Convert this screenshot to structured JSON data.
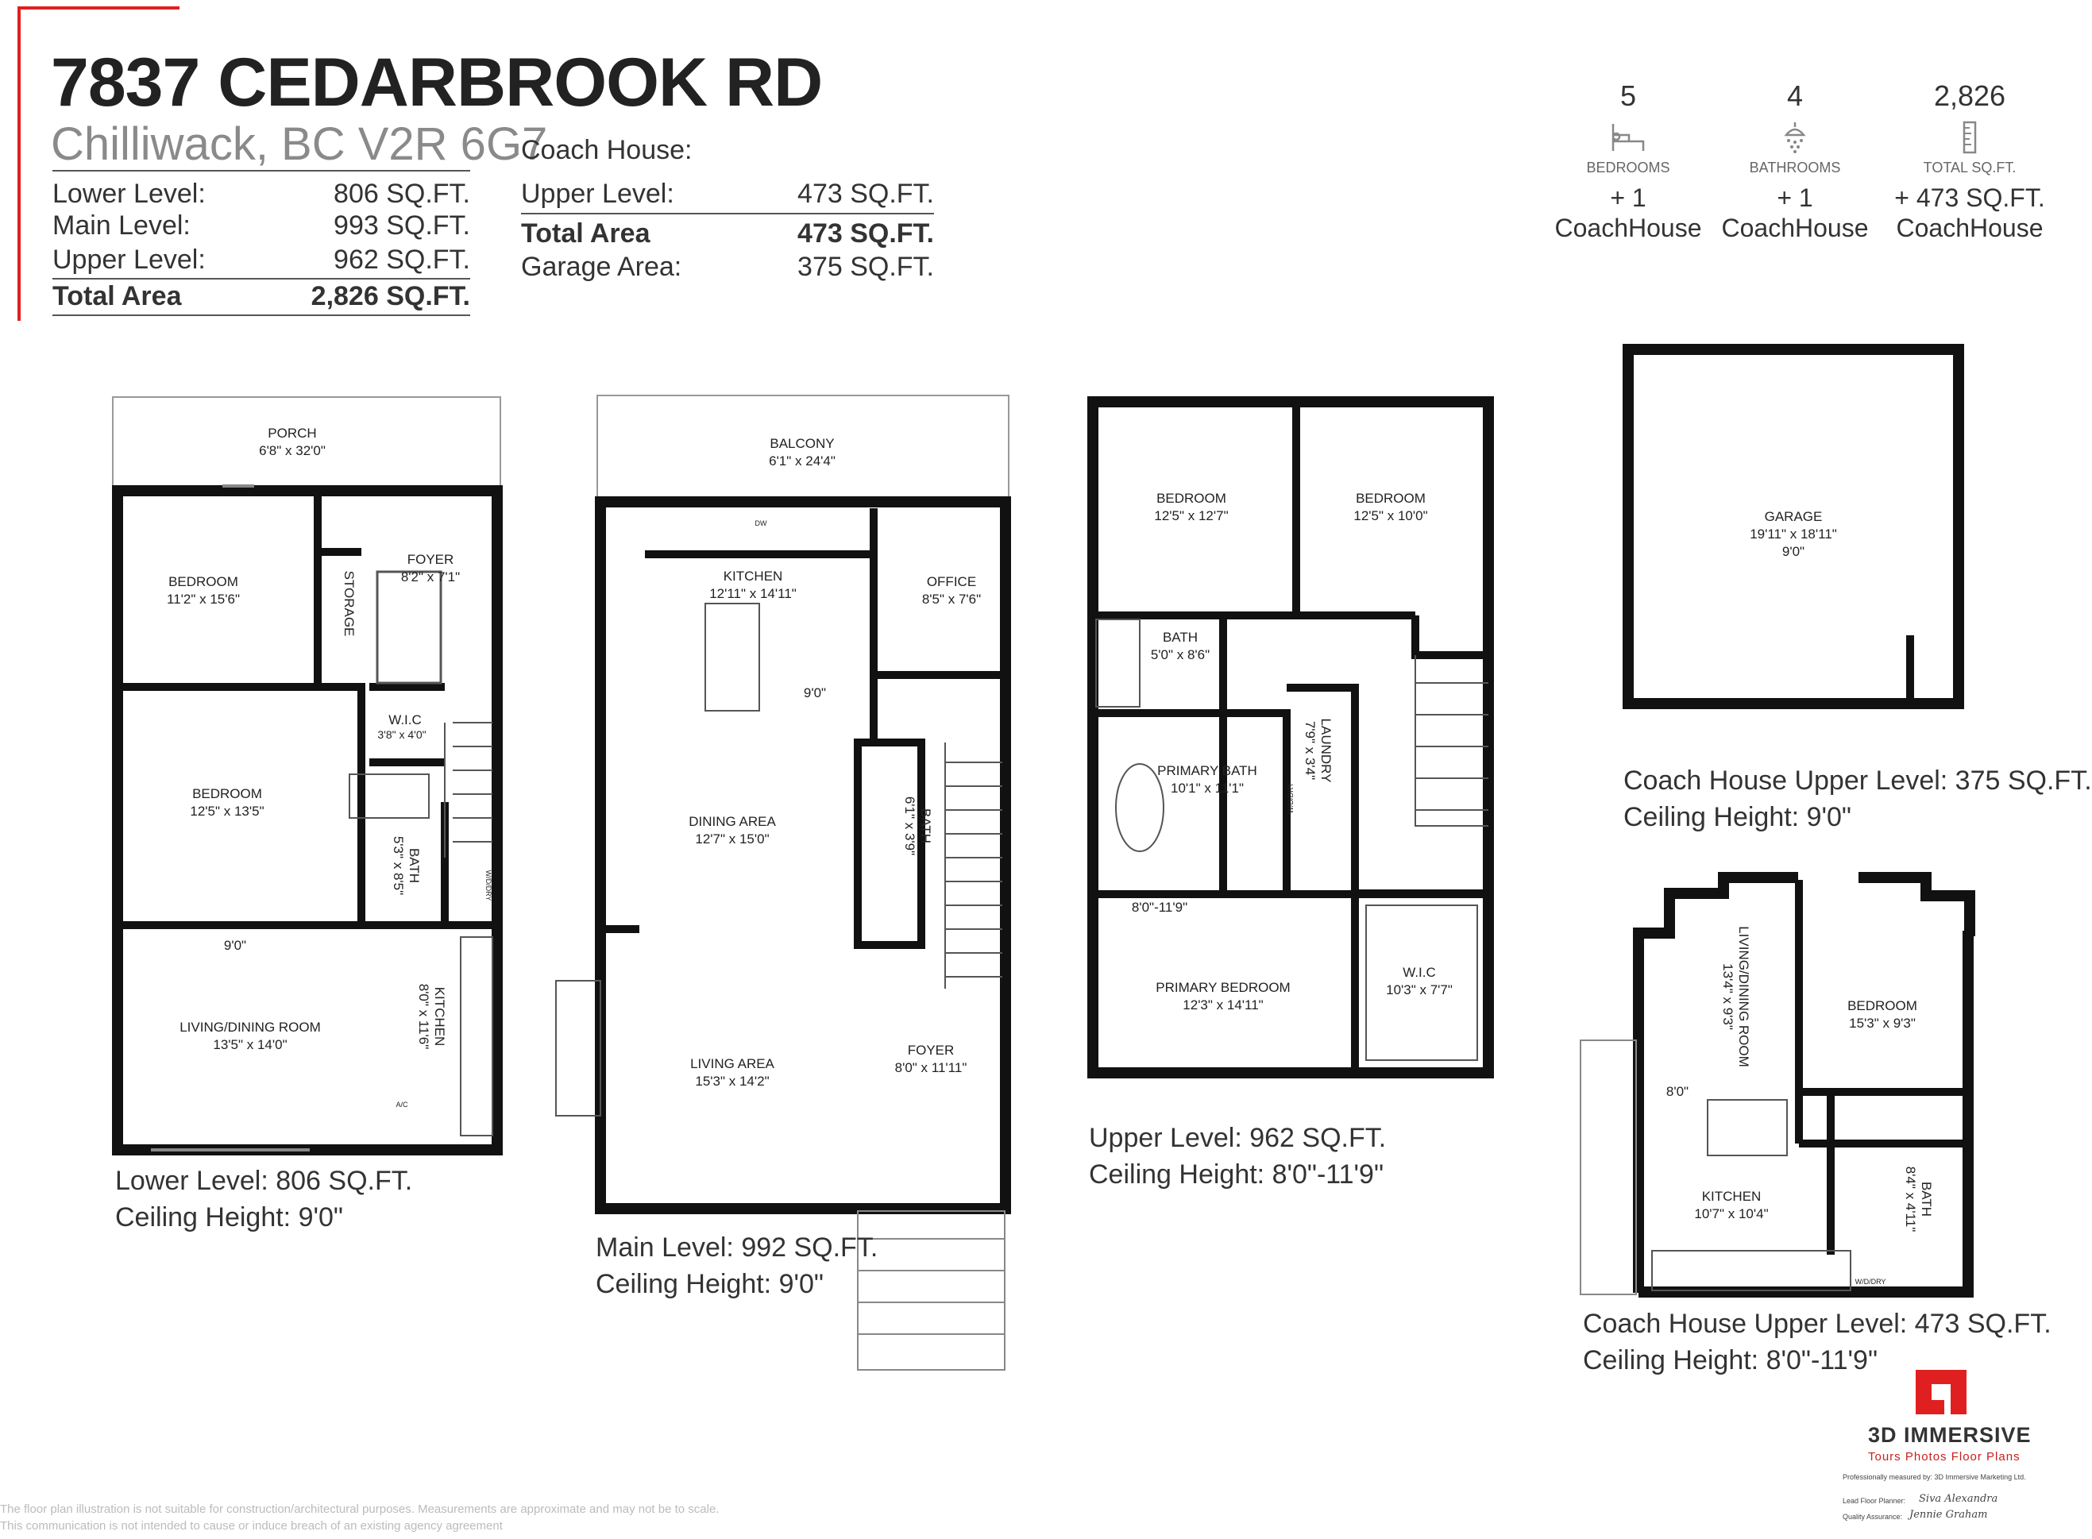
{
  "header": {
    "address": "7837 CEDARBROOK RD",
    "city": "Chilliwack, BC V2R 6G7",
    "main_house": [
      {
        "label": "Lower Level:",
        "value": "806 SQ.FT."
      },
      {
        "label": "Main Level:",
        "value": "993 SQ.FT."
      },
      {
        "label": "Upper Level:",
        "value": "962 SQ.FT."
      }
    ],
    "main_total": {
      "label": "Total Area",
      "value": "2,826 SQ.FT."
    },
    "coach_house": {
      "title": "Coach House:",
      "upper": {
        "label": "Upper Level:",
        "value": "473 SQ.FT."
      },
      "total": {
        "label": "Total Area",
        "value": "473 SQ.FT."
      },
      "garage": {
        "label": "Garage Area:",
        "value": "375 SQ.FT."
      }
    }
  },
  "stats": [
    {
      "number": "5",
      "icon": "bed-icon",
      "label": "BEDROOMS",
      "plus": "+ 1",
      "plus_label": "CoachHouse"
    },
    {
      "number": "4",
      "icon": "shower-icon",
      "label": "BATHROOMS",
      "plus": "+ 1",
      "plus_label": "CoachHouse"
    },
    {
      "number": "2,826",
      "icon": "ruler-icon",
      "label": "TOTAL SQ.FT.",
      "plus": "+ 473 SQ.FT.",
      "plus_label": "CoachHouse"
    }
  ],
  "plans": {
    "lower": {
      "caption": "Lower Level: 806 SQ.FT.",
      "ceiling": "Ceiling Height: 9'0\"",
      "rooms": {
        "porch": "PORCH",
        "porch_dim": "6'8\" x 32'0\"",
        "bedroom1": "BEDROOM",
        "bedroom1_dim": "11'2\" x 15'6\"",
        "storage": "STORAGE",
        "foyer": "FOYER",
        "foyer_dim": "8'2\" x 7'1\"",
        "wic": "W.I.C",
        "wic_dim": "3'8\" x 4'0\"",
        "bedroom2": "BEDROOM",
        "bedroom2_dim": "12'5\" x 13'5\"",
        "bath": "BATH",
        "bath_dim": "5'3\" x 8'5\"",
        "height": "9'0\"",
        "living": "LIVING/DINING ROOM",
        "living_dim": "13'5\" x 14'0\"",
        "kitchen": "KITCHEN",
        "kitchen_dim": "8'0\" x 11'6\"",
        "wd": "W/D/DRY",
        "ac": "A/C"
      }
    },
    "main": {
      "caption": "Main Level: 992 SQ.FT.",
      "ceiling": "Ceiling Height: 9'0\"",
      "rooms": {
        "balcony": "BALCONY",
        "balcony_dim": "6'1\" x 24'4\"",
        "kitchen": "KITCHEN",
        "kitchen_dim": "12'11\" x 14'11\"",
        "office": "OFFICE",
        "office_dim": "8'5\" x 7'6\"",
        "height": "9'0\"",
        "dining": "DINING AREA",
        "dining_dim": "12'7\" x 15'0\"",
        "bath": "BATH",
        "bath_dim": "6'1\" x 3'9\"",
        "living": "LIVING AREA",
        "living_dim": "15'3\" x 14'2\"",
        "foyer": "FOYER",
        "foyer_dim": "8'0\" x 11'11\"",
        "dw": "DW"
      }
    },
    "upper": {
      "caption": "Upper Level: 962 SQ.FT.",
      "ceiling": "Ceiling Height: 8'0\"-11'9\"",
      "rooms": {
        "bedroom1": "BEDROOM",
        "bedroom1_dim": "12'5\" x 12'7\"",
        "bedroom2": "BEDROOM",
        "bedroom2_dim": "12'5\" x 10'0\"",
        "bath": "BATH",
        "bath_dim": "5'0\" x 8'6\"",
        "laundry": "LAUNDRY",
        "laundry_dim": "7'9\" x 3'4\"",
        "wd": "W/D/DRY",
        "pbath": "PRIMARY BATH",
        "pbath_dim": "10'1\" x 11'1\"",
        "height": "8'0\"-11'9\"",
        "pbed": "PRIMARY BEDROOM",
        "pbed_dim": "12'3\" x 14'11\"",
        "wic": "W.I.C",
        "wic_dim": "10'3\" x 7'7\""
      }
    },
    "garage": {
      "caption": "Coach House Upper Level: 375 SQ.FT.",
      "ceiling": "Ceiling Height: 9'0\"",
      "rooms": {
        "garage": "GARAGE",
        "garage_dim": "19'11\" x 18'11\"",
        "height": "9'0\""
      }
    },
    "coach": {
      "caption": "Coach House Upper Level: 473 SQ.FT.",
      "ceiling": "Ceiling Height: 8'0\"-11'9\"",
      "rooms": {
        "living": "LIVING/DINING ROOM",
        "living_dim": "13'4\" x 9'3\"",
        "bedroom": "BEDROOM",
        "bedroom_dim": "15'3\" x 9'3\"",
        "height": "8'0\"",
        "kitchen": "KITCHEN",
        "kitchen_dim": "10'7\" x 10'4\"",
        "bath": "BATH",
        "bath_dim": "8'4\" x 4'11\"",
        "wd": "W/D/DRY"
      }
    }
  },
  "disclaimer": {
    "line1": "The floor plan illustration is not suitable for construction/architectural purposes. Measurements are approximate and may not be to scale.",
    "line2": "This communication is not intended to cause or induce breach of an existing agency agreement"
  },
  "brand": {
    "name": "3D IMMERSIVE",
    "tagline": "Tours  Photos  Floor Plans",
    "measured": "Professionally measured by: 3D Immersive Marketing Ltd.",
    "planner_label": "Lead Floor Planner:",
    "planner_signature": "Siva Alexandra",
    "qa_label": "Quality Assurance:",
    "qa_signature": "Jennie Graham",
    "accent": "#e02020"
  }
}
